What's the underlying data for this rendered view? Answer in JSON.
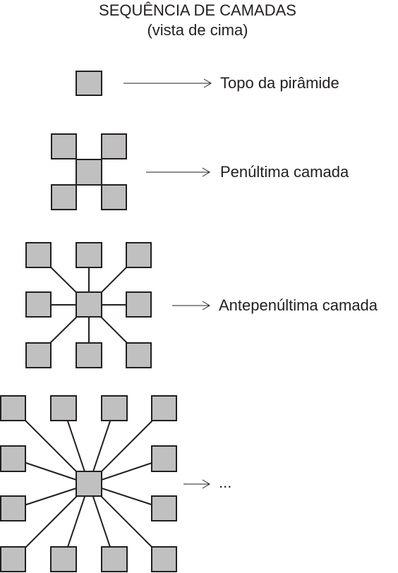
{
  "title": {
    "line1": "SEQUÊNCIA DE CAMADAS",
    "line2": "(vista de cima)"
  },
  "layers": [
    {
      "label": "Topo da pirâmide"
    },
    {
      "label": "Penúltima camada"
    },
    {
      "label": "Antepenúltima camada"
    },
    {
      "label": "..."
    }
  ],
  "colors": {
    "box_fill": "#c0c0c0",
    "line": "#231f20",
    "background": "#ffffff"
  }
}
